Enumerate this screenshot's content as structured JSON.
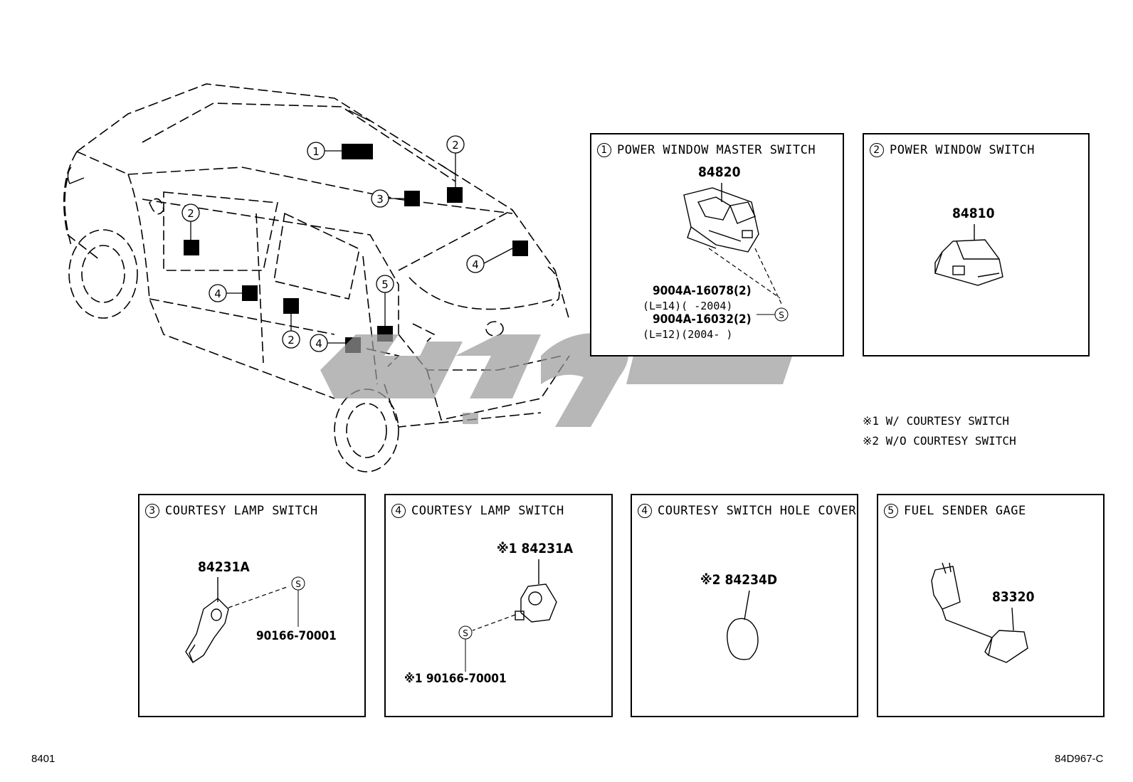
{
  "panels": {
    "p1": {
      "num": "1",
      "title": "POWER WINDOW MASTER SWITCH",
      "part": "84820",
      "screw_a": "9004A-16078(2)",
      "screw_a_note": "(L=14)(      -2004)",
      "screw_b": "9004A-16032(2)",
      "screw_b_note": "(L=12)(2004-      )"
    },
    "p2": {
      "num": "2",
      "title": "POWER WINDOW SWITCH",
      "part": "84810"
    },
    "p3": {
      "num": "3",
      "title": "COURTESY LAMP SWITCH",
      "part": "84231A",
      "screw": "90166-70001"
    },
    "p4a": {
      "num": "4",
      "title": "COURTESY LAMP SWITCH",
      "part": "※1 84231A",
      "screw": "※1 90166-70001"
    },
    "p4b": {
      "num": "4",
      "title": "COURTESY SWITCH HOLE COVER",
      "part": "※2 84234D"
    },
    "p5": {
      "num": "5",
      "title": "FUEL SENDER GAGE",
      "part": "83320"
    }
  },
  "notes": {
    "n1": "※1 W/ COURTESY SWITCH",
    "n2": "※2 W/O COURTESY SWITCH"
  },
  "markers": [
    "1",
    "2",
    "3",
    "2",
    "4",
    "4",
    "2",
    "5",
    "4"
  ],
  "screw_symbol": "S",
  "footer": {
    "left": "8401",
    "right": "84D967-C"
  }
}
